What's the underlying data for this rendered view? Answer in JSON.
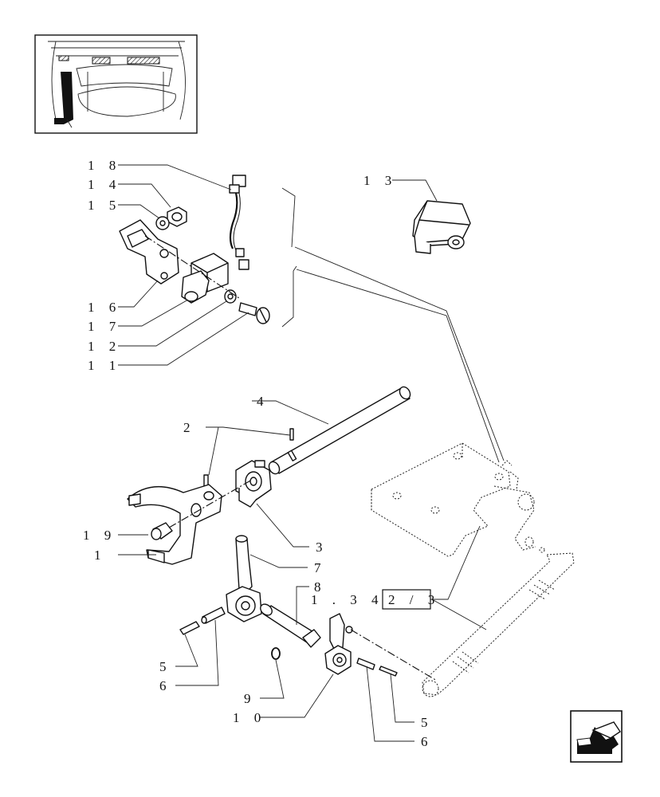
{
  "labels": {
    "l18": "1 8",
    "l14": "1 4",
    "l15": "1 5",
    "l16": "1 6",
    "l17": "1 7",
    "l12": "1 2",
    "l11": "1 1",
    "l13": "1 3",
    "l4": "4",
    "l2": "2",
    "l3": "3",
    "l19": "1 9",
    "l1": "1",
    "l7": "7",
    "l8": "8",
    "l5a": "5",
    "l6a": "6",
    "l9": "9",
    "l10": "1 0",
    "l5b": "5",
    "l6b": "6"
  },
  "reference": {
    "prefix": "1 . 3 4 .",
    "boxed": "2 / 3"
  },
  "nav": {
    "icon": "back-arrow-icon"
  }
}
